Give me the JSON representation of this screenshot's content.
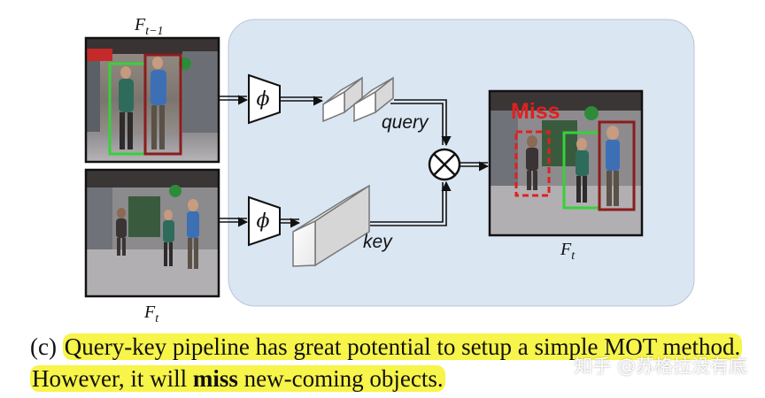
{
  "frames": {
    "prev_label": "F",
    "prev_sub": "t−1",
    "curr_label": "F",
    "curr_sub": "t",
    "out_label": "F",
    "out_sub": "t"
  },
  "encoder": {
    "symbol": "ϕ"
  },
  "tensors": {
    "query_label": "query",
    "key_label": "key"
  },
  "operator": {
    "symbol": "⊗"
  },
  "output": {
    "miss_text": "Miss"
  },
  "caption": {
    "prefix": "(c) ",
    "text1": "Query-key pipeline has great potential to setup a simple MOT method. However, it will ",
    "bold": "miss",
    "text2": " new-coming objects."
  },
  "watermark": "知乎 @苏格拉没有底",
  "colors": {
    "panel_bg": "#dbe6f3",
    "green_box": "#37d13a",
    "darkred_box": "#8b1d1d",
    "miss_red": "#e02020",
    "highlight": "#f7f44a"
  }
}
